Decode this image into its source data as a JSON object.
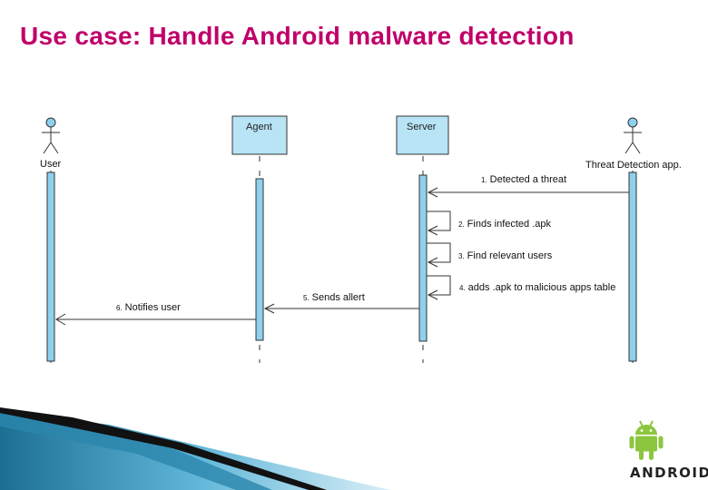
{
  "slide": {
    "title": "Use case: Handle Android malware detection"
  },
  "diagram": {
    "actors": {
      "user": "User",
      "threat_app": "Threat Detection app."
    },
    "objects": {
      "agent": "Agent",
      "server": "Server"
    },
    "messages": [
      {
        "num": "1.",
        "text": "Detected a threat"
      },
      {
        "num": "2.",
        "text": "Finds infected .apk"
      },
      {
        "num": "3.",
        "text": "Find relevant users"
      },
      {
        "num": "4.",
        "text": "adds .apk to malicious apps table"
      },
      {
        "num": "5.",
        "text": "Sends allert"
      },
      {
        "num": "6.",
        "text": "Notifies user"
      }
    ]
  },
  "branding": {
    "logo_text": "ANDROID",
    "accent": "#c0006a",
    "lifeline_fill": "#8fd0ee",
    "box_fill": "#b8e4f6"
  }
}
